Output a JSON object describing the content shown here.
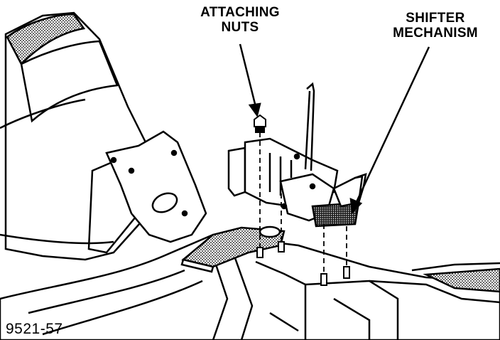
{
  "callouts": {
    "attaching_nuts": {
      "line1": "ATTACHING",
      "line2": "NUTS"
    },
    "shifter_mechanism": {
      "line1": "SHIFTER",
      "line2": "MECHANISM"
    }
  },
  "figure_code": "9521-57",
  "colors": {
    "ink": "#000000",
    "paper": "#ffffff"
  }
}
